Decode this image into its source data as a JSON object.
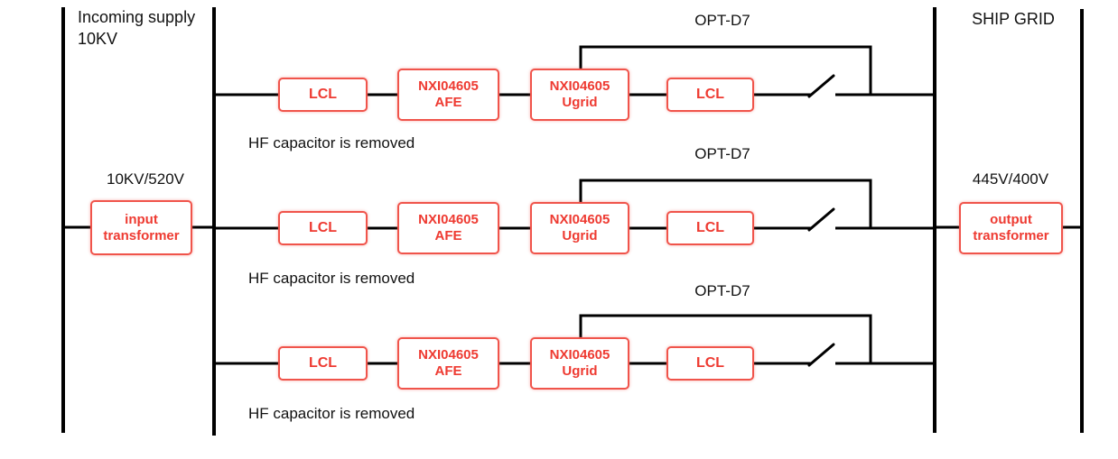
{
  "colors": {
    "wire": "#000000",
    "text": "#111111",
    "box_border": "#f0544b",
    "box_text": "#ee3a31"
  },
  "header": {
    "incoming_supply_line1": "Incoming supply",
    "incoming_supply_line2": "10KV",
    "ship_grid": "SHIP GRID"
  },
  "input_transformer": {
    "rating": "10KV/520V",
    "label_line1": "input",
    "label_line2": "transformer"
  },
  "output_transformer": {
    "rating": "445V/400V",
    "label_line1": "output",
    "label_line2": "transformer"
  },
  "rows": [
    {
      "opt": "OPT-D7",
      "lcl_in": "LCL",
      "afe_line1": "NXI04605",
      "afe_line2": "AFE",
      "ugrid_line1": "NXI04605",
      "ugrid_line2": "Ugrid",
      "lcl_out": "LCL",
      "caption": "HF capacitor is removed"
    },
    {
      "opt": "OPT-D7",
      "lcl_in": "LCL",
      "afe_line1": "NXI04605",
      "afe_line2": "AFE",
      "ugrid_line1": "NXI04605",
      "ugrid_line2": "Ugrid",
      "lcl_out": "LCL",
      "caption": "HF capacitor is removed"
    },
    {
      "opt": "OPT-D7",
      "lcl_in": "LCL",
      "afe_line1": "NXI04605",
      "afe_line2": "AFE",
      "ugrid_line1": "NXI04605",
      "ugrid_line2": "Ugrid",
      "lcl_out": "LCL",
      "caption": "HF capacitor is removed"
    }
  ]
}
